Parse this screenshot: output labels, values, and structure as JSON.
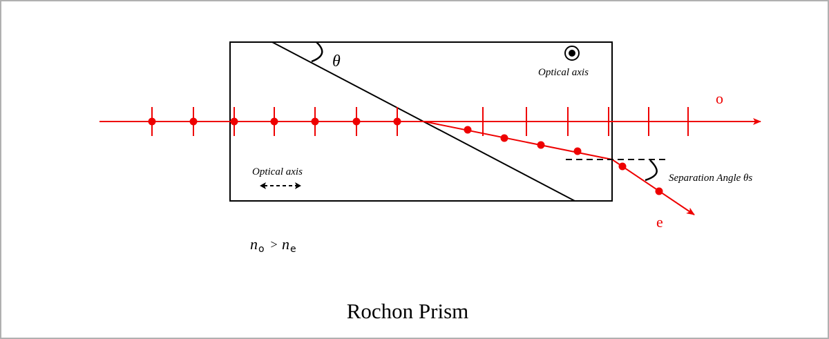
{
  "diagram": {
    "title": "Rochon Prism",
    "theta_label": "θ",
    "optical_axis_top_label": "Optical axis",
    "optical_axis_left_label": "Optical axis",
    "o_ray_label": "o",
    "e_ray_label": "e",
    "separation_label": "Separation Angle θs",
    "index_relation": {
      "n_o": "n",
      "sub_o": "o",
      "gt": " > ",
      "n_e": "n",
      "sub_e": "e"
    },
    "colors": {
      "ray": "#ee0000",
      "outline": "#000000",
      "frame_border": "#b0b0b0"
    },
    "icons": {
      "optical_axis_top": "dot-in-circle-icon",
      "optical_axis_left": "double-headed-dashed-arrow-icon"
    }
  }
}
